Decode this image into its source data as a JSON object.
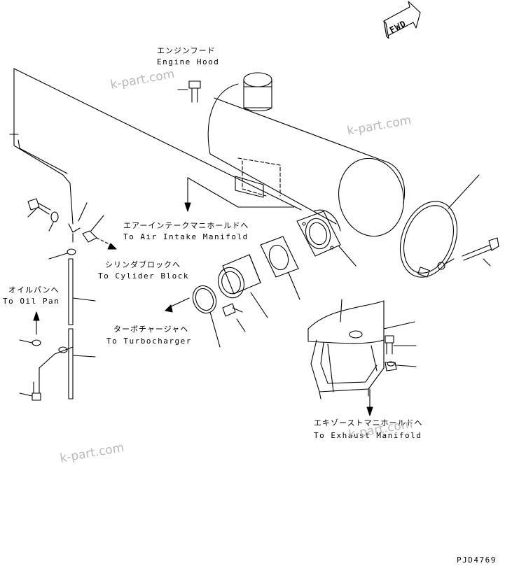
{
  "direction_marker": "FWD",
  "labels": {
    "engine_hood": {
      "jp": "エンジンフード",
      "en": "Engine Hood"
    },
    "air_intake": {
      "jp": "エアーインテークマニホールドへ",
      "en": "To Air Intake Manifold"
    },
    "cylinder_block": {
      "jp": "シリンダブロックへ",
      "en": "To Cylider Block"
    },
    "oil_pan": {
      "jp": "オイルパンへ",
      "en": "To Oil Pan"
    },
    "turbocharger": {
      "jp": "ターボチャージャへ",
      "en": "To Turbocharger"
    },
    "exhaust_manifold": {
      "jp": "エキゾーストマニホールドへ",
      "en": "To Exhaust Manifold"
    }
  },
  "watermark": "k-part.com",
  "drawing_code": "PJD4769"
}
